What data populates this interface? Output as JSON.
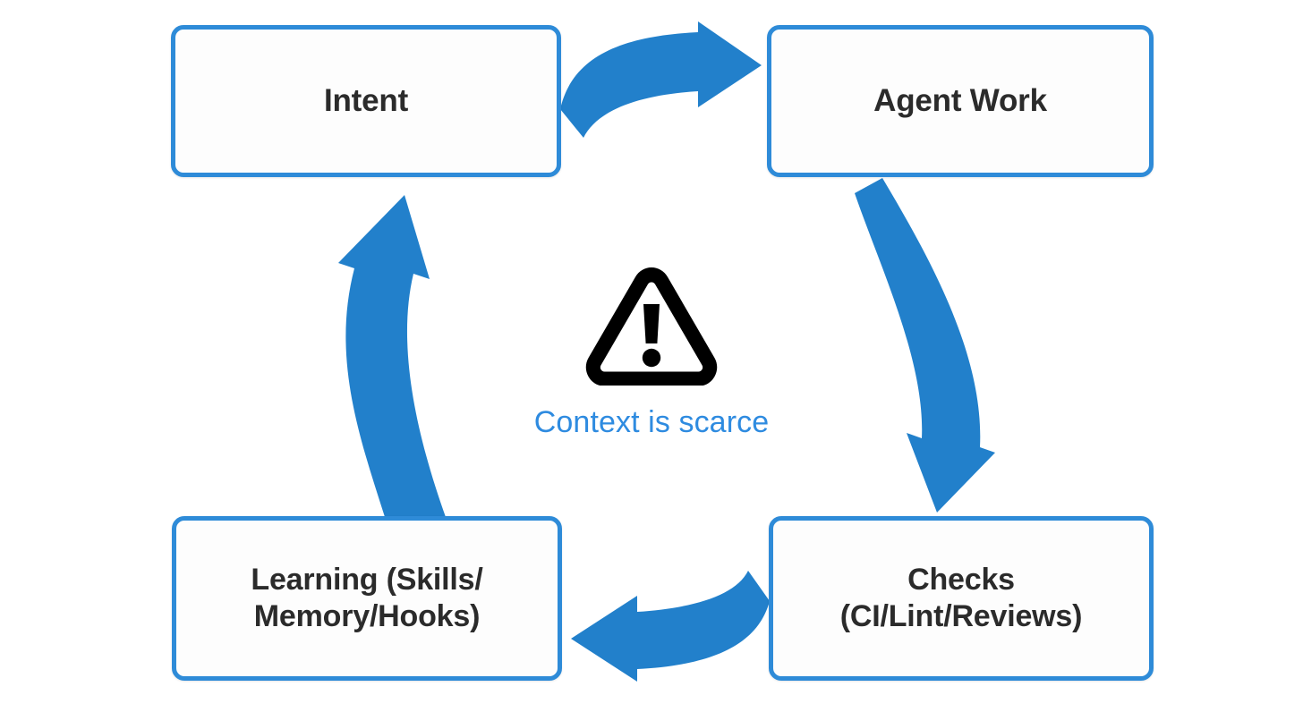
{
  "diagram": {
    "type": "cycle-flow",
    "background_color": "#ffffff",
    "accent_color": "#2E8BD8",
    "arrow_color": "#2280CB",
    "caption_color": "#2E8BE0",
    "node_text_color": "#2b2b2b",
    "nodes": [
      {
        "id": "intent",
        "label": "Intent"
      },
      {
        "id": "agent-work",
        "label": "Agent Work"
      },
      {
        "id": "checks",
        "label": "Checks\n(CI/Lint/Reviews)"
      },
      {
        "id": "learning",
        "label": "Learning (Skills/\nMemory/Hooks)"
      }
    ],
    "arrows": [
      {
        "id": "intent-to-agent-work",
        "from": "intent",
        "to": "agent-work",
        "direction": "right"
      },
      {
        "id": "agent-work-to-checks",
        "from": "agent-work",
        "to": "checks",
        "direction": "down"
      },
      {
        "id": "checks-to-learning",
        "from": "checks",
        "to": "learning",
        "direction": "left"
      },
      {
        "id": "learning-to-intent",
        "from": "learning",
        "to": "intent",
        "direction": "up"
      }
    ],
    "center": {
      "icon": "warning-triangle-icon",
      "caption": "Context is scarce"
    }
  }
}
